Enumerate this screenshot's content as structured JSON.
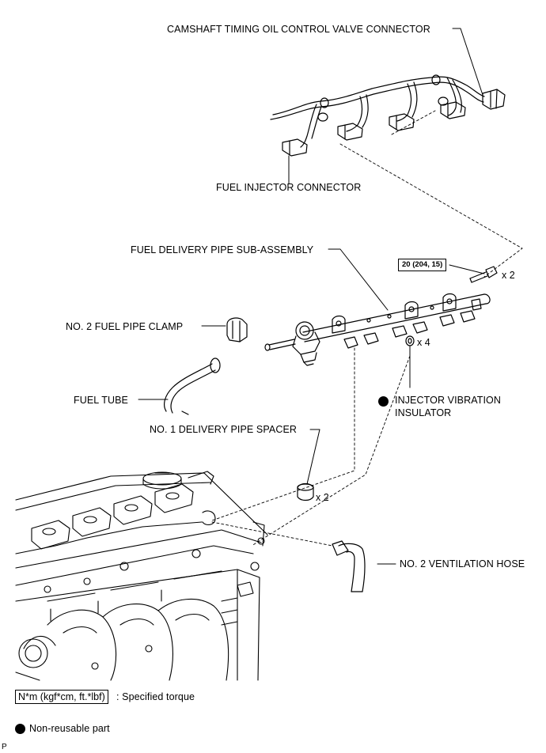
{
  "labels": {
    "camshaft_connector": "CAMSHAFT TIMING OIL CONTROL VALVE CONNECTOR",
    "fuel_injector_connector": "FUEL INJECTOR CONNECTOR",
    "fuel_delivery_pipe": "FUEL DELIVERY PIPE SUB-ASSEMBLY",
    "no2_fuel_pipe_clamp": "NO. 2 FUEL PIPE CLAMP",
    "fuel_tube": "FUEL TUBE",
    "injector_vibration_insulator_1": "INJECTOR VIBRATION",
    "injector_vibration_insulator_2": "INSULATOR",
    "no1_delivery_pipe_spacer": "NO. 1 DELIVERY PIPE SPACER",
    "no2_ventilation_hose": "NO. 2 VENTILATION HOSE"
  },
  "torque": "20 (204, 15)",
  "quantities": {
    "bolts": "x 2",
    "insulators": "x 4",
    "spacers": "x 2"
  },
  "legend": {
    "torque_unit": "N*m (kgf*cm, ft.*lbf)",
    "torque_desc": ": Specified torque",
    "non_reusable": "Non-reusable part"
  },
  "corner_mark": "P"
}
